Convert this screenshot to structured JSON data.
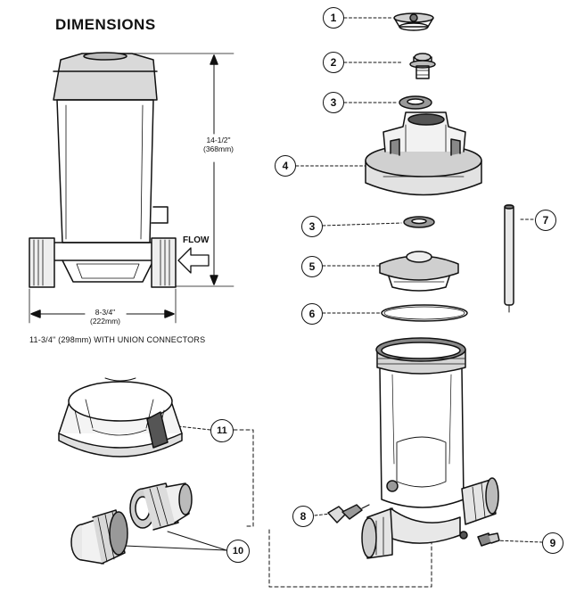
{
  "title": "DIMENSIONS",
  "height_dim": {
    "imperial": "14-1/2\"",
    "metric": "(368mm)"
  },
  "width_dim": {
    "imperial": "8-3/4\"",
    "metric": "(222mm)"
  },
  "flow_label": "FLOW",
  "union_note": "11-3/4\" (298mm) WITH UNION CONNECTORS",
  "callouts": [
    "1",
    "2",
    "3",
    "4",
    "3",
    "5",
    "6",
    "7",
    "8",
    "9",
    "10",
    "11"
  ]
}
